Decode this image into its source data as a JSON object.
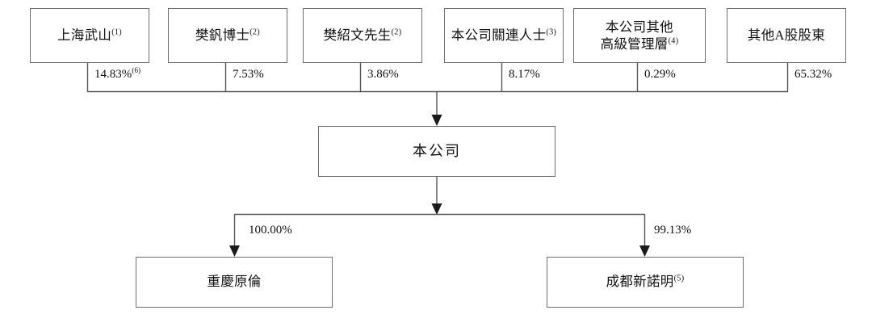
{
  "chart_data": {
    "type": "diagram",
    "title": "",
    "subtype": "shareholding-structure-org-chart",
    "language": "zh-Hant",
    "nodes": [
      {
        "id": "n1",
        "label": "上海武山",
        "superscript": "(1)",
        "level": "shareholder"
      },
      {
        "id": "n2",
        "label": "樊釩博士",
        "superscript": "(2)",
        "level": "shareholder"
      },
      {
        "id": "n3",
        "label": "樊紹文先生",
        "superscript": "(2)",
        "level": "shareholder"
      },
      {
        "id": "n4",
        "label": "本公司關連人士",
        "superscript": "(3)",
        "level": "shareholder"
      },
      {
        "id": "n5",
        "label": "本公司其他\n高級管理層",
        "superscript": "(4)",
        "level": "shareholder"
      },
      {
        "id": "n6",
        "label": "其他A股股東",
        "superscript": "",
        "level": "shareholder"
      },
      {
        "id": "company",
        "label": "本公司",
        "superscript": "",
        "level": "company"
      },
      {
        "id": "s1",
        "label": "重慶原倫",
        "superscript": "",
        "level": "subsidiary"
      },
      {
        "id": "s2",
        "label": "成都新諾明",
        "superscript": "(5)",
        "level": "subsidiary"
      }
    ],
    "edges": [
      {
        "from": "n1",
        "to": "company",
        "value": 14.83,
        "label": "14.83%",
        "superscript": "(6)"
      },
      {
        "from": "n2",
        "to": "company",
        "value": 7.53,
        "label": "7.53%",
        "superscript": ""
      },
      {
        "from": "n3",
        "to": "company",
        "value": 3.86,
        "label": "3.86%",
        "superscript": ""
      },
      {
        "from": "n4",
        "to": "company",
        "value": 8.17,
        "label": "8.17%",
        "superscript": ""
      },
      {
        "from": "n5",
        "to": "company",
        "value": 0.29,
        "label": "0.29%",
        "superscript": ""
      },
      {
        "from": "n6",
        "to": "company",
        "value": 65.32,
        "label": "65.32%",
        "superscript": ""
      },
      {
        "from": "company",
        "to": "s1",
        "value": 100.0,
        "label": "100.00%",
        "superscript": ""
      },
      {
        "from": "company",
        "to": "s2",
        "value": 99.13,
        "label": "99.13%",
        "superscript": ""
      }
    ],
    "colors": {
      "box_border": "#6e6e6e",
      "connector": "#555555",
      "arrow": "#1a1a1a",
      "text": "#111111",
      "background": "#ffffff"
    }
  },
  "boxes": {
    "n1": {
      "text": "上海武山",
      "sup": "(1)"
    },
    "n2": {
      "text": "樊釩博士",
      "sup": "(2)"
    },
    "n3": {
      "text": "樊紹文先生",
      "sup": "(2)"
    },
    "n4": {
      "text": "本公司關連人士",
      "sup": "(3)"
    },
    "n5_line1": {
      "text": "本公司其他"
    },
    "n5_line2": {
      "text": "高級管理層",
      "sup": "(4)"
    },
    "n6": {
      "text": "其他A股股東"
    },
    "company": {
      "text": "本公司"
    },
    "s1": {
      "text": "重慶原倫"
    },
    "s2": {
      "text": "成都新諾明",
      "sup": "(5)"
    }
  },
  "edge_labels": {
    "e1": {
      "text": "14.83%",
      "sup": "(6)"
    },
    "e2": {
      "text": "7.53%"
    },
    "e3": {
      "text": "3.86%"
    },
    "e4": {
      "text": "8.17%"
    },
    "e5": {
      "text": "0.29%"
    },
    "e6": {
      "text": "65.32%"
    },
    "e7": {
      "text": "100.00%"
    },
    "e8": {
      "text": "99.13%"
    }
  }
}
